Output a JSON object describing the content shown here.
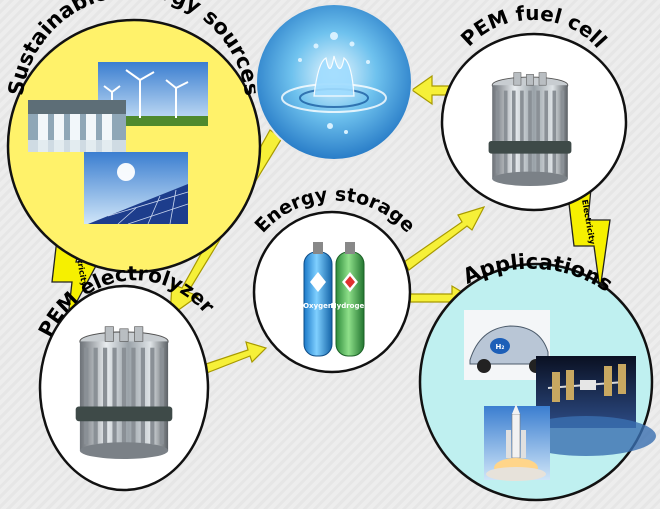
{
  "nodes": {
    "sources": {
      "title": "Sustainable energy sources"
    },
    "water": {
      "title": ""
    },
    "fuel_cell": {
      "title": "PEM fuel cell"
    },
    "storage": {
      "title": "Energy storage",
      "tank_oxygen": "Oxygen",
      "tank_hydrogen": "Hydrogen"
    },
    "electrolyzer": {
      "title": "PEM electrolyzer"
    },
    "applications": {
      "title": "Applications"
    }
  },
  "bolts": {
    "left": {
      "label": "Electricity"
    },
    "right": {
      "label": "Electricity"
    }
  },
  "colors": {
    "sources_fill": "#fff26a",
    "applications_fill": "#bff0f0",
    "arrow_fill": "#f6f038",
    "bolt_fill": "#f6f000"
  }
}
